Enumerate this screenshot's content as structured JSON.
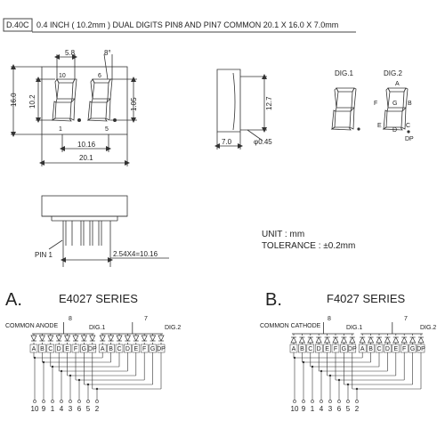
{
  "header": {
    "code": "D.40C",
    "description": "0.4  INCH  ( 10.2mm )  DUAL  DIGITS  PIN8  AND  PIN7  COMMON  20.1 X 16.0 X 7.0mm"
  },
  "front_view": {
    "dims": {
      "top_left": "5.8",
      "top_right": "8°",
      "height_total": "16.0",
      "height_digit": "10.2",
      "right_side": "1.05",
      "digit_pitch": "10.16",
      "width_total": "20.1"
    },
    "pin_labels": [
      "10",
      "6",
      "1",
      "5"
    ]
  },
  "side_view": {
    "dims": {
      "height": "12.7",
      "depth": "7.0",
      "pin_diameter": "φ0.45"
    }
  },
  "bottom_view": {
    "pin1_label": "PIN 1",
    "pitch_label": "2.54X4=10.16"
  },
  "digit_diagram": {
    "dig1": "DIG.1",
    "dig2": "DIG.2",
    "segments": [
      "A",
      "B",
      "C",
      "D",
      "E",
      "F",
      "G",
      "DP"
    ]
  },
  "notes": {
    "unit": "UNIT : mm",
    "tolerance": "TOLERANCE : ±0.2mm"
  },
  "schematic_a": {
    "letter": "A.",
    "series": "E4027  SERIES",
    "common_label": "COMMON  ANODE",
    "dig1": "DIG.1",
    "dig2": "DIG.2",
    "common_pin_1": "8",
    "common_pin_2": "7",
    "segments": [
      "A",
      "B",
      "C",
      "D",
      "E",
      "F",
      "G",
      "DP",
      "A",
      "B",
      "C",
      "D",
      "E",
      "F",
      "G",
      "DP"
    ],
    "pins": [
      "10",
      "9",
      "1",
      "4",
      "3",
      "6",
      "5",
      "2"
    ]
  },
  "schematic_b": {
    "letter": "B.",
    "series": "F4027  SERIES",
    "common_label": "COMMON CATHODE",
    "dig1": "DIG.1",
    "dig2": "DIG.2",
    "common_pin_1": "8",
    "common_pin_2": "7",
    "segments": [
      "A",
      "B",
      "C",
      "D",
      "E",
      "F",
      "G",
      "DP",
      "A",
      "B",
      "C",
      "D",
      "E",
      "F",
      "G",
      "DP"
    ],
    "pins": [
      "10",
      "9",
      "1",
      "4",
      "3",
      "6",
      "5",
      "2"
    ]
  }
}
